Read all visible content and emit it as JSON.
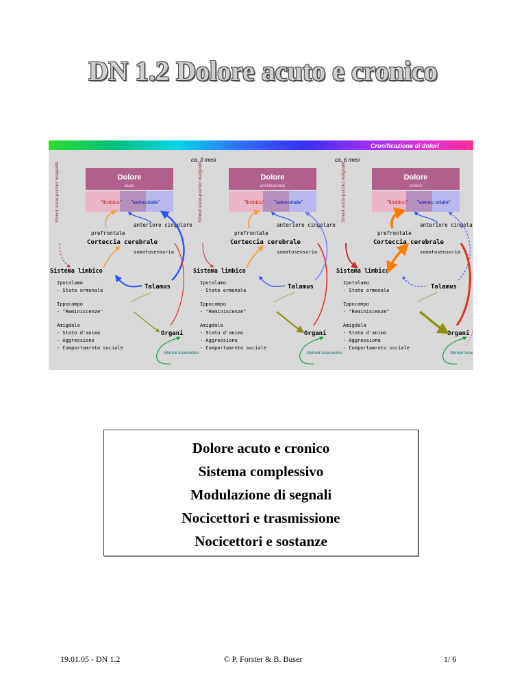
{
  "document": {
    "title": "DN 1.2 Dolore acuto e cronico"
  },
  "figure": {
    "banner_title": "Cronificazione di dolori",
    "time_labels": [
      "ca. 3 mesi",
      "ca. 6 mesi"
    ],
    "side_label": "Stimoli socio-psichici malgestiti",
    "panels": [
      {
        "heading": "Dolore",
        "subheading": "acuto",
        "limbic": "\"limbico\"",
        "sensory": "\"sensoriale\"",
        "prefrontal": "prefrontale",
        "cingulate": "anteriore cingolare",
        "cortex": "Corteccia cerebrale",
        "somato": "somatosensoria",
        "limbic_system": "Sistema limbico",
        "hypothalamus": "Ipotalamo",
        "hormonal": "- Stato ormonale",
        "talamus": "Talamus",
        "hippocampus": "Ippocampo",
        "reminiscence": "- \"Reminiscenze\"",
        "amygdala": "Amigdala",
        "mood": "- Stato d'animo",
        "aggression": "- Aggressione",
        "social": "- Comportamrnto sociale",
        "organs": "Organi",
        "stimuli": "Stimoli lesionistici"
      },
      {
        "heading": "Dolore",
        "subheading": "cronificandosi",
        "limbic": "\"limbico\"",
        "sensory": "\"sensoriale\"",
        "prefrontal": "prefrontale",
        "cingulate": "anteriore cingolare",
        "cortex": "Corteccia cerebrale",
        "somato": "somatosensoria",
        "limbic_system": "Sistema limbico",
        "hypothalamus": "Ipotalamo",
        "hormonal": "- Stato ormonale",
        "talamus": "Talamus",
        "hippocampus": "Ippocampo",
        "reminiscence": "- \"Reminiscenze\"",
        "amygdala": "Amigdala",
        "mood": "- Stato d'animo",
        "aggression": "- Aggressione",
        "social": "- Comportamrnto sociale",
        "organs": "Organi",
        "stimuli": "Stimoli lesionistici"
      },
      {
        "heading": "Dolore",
        "subheading": "cronico",
        "limbic": "\"limbico\"",
        "sensory": "\"senso oriale\"",
        "prefrontal": "prefrontale",
        "cingulate": "anteriore cingolare",
        "cortex": "Corteccia cerebrale",
        "somato": "somatosensoria",
        "limbic_system": "Sistema limbico",
        "hypothalamus": "Ipotalamo",
        "hormonal": "- Stato ormonale",
        "talamus": "Talamus",
        "hippocampus": "Ippocampo",
        "reminiscence": "- \"Reminiscenze\"",
        "amygdala": "Amigdala",
        "mood": "- Stato d'animo",
        "aggression": "- Aggressione",
        "social": "- Comportamrnto sociale",
        "organs": "Organi",
        "stimuli": "Stimoli lesionistici"
      }
    ]
  },
  "topics": [
    "Dolore acuto e cronico",
    "Sistema complessivo",
    "Modulazione di segnali",
    "Nocicettori e trasmissione",
    "Nocicettori e sostanze"
  ],
  "footer": {
    "left": "19.01.05 - DN 1.2",
    "center": "© P. Forster & B. Buser",
    "right": "1/ 6"
  }
}
